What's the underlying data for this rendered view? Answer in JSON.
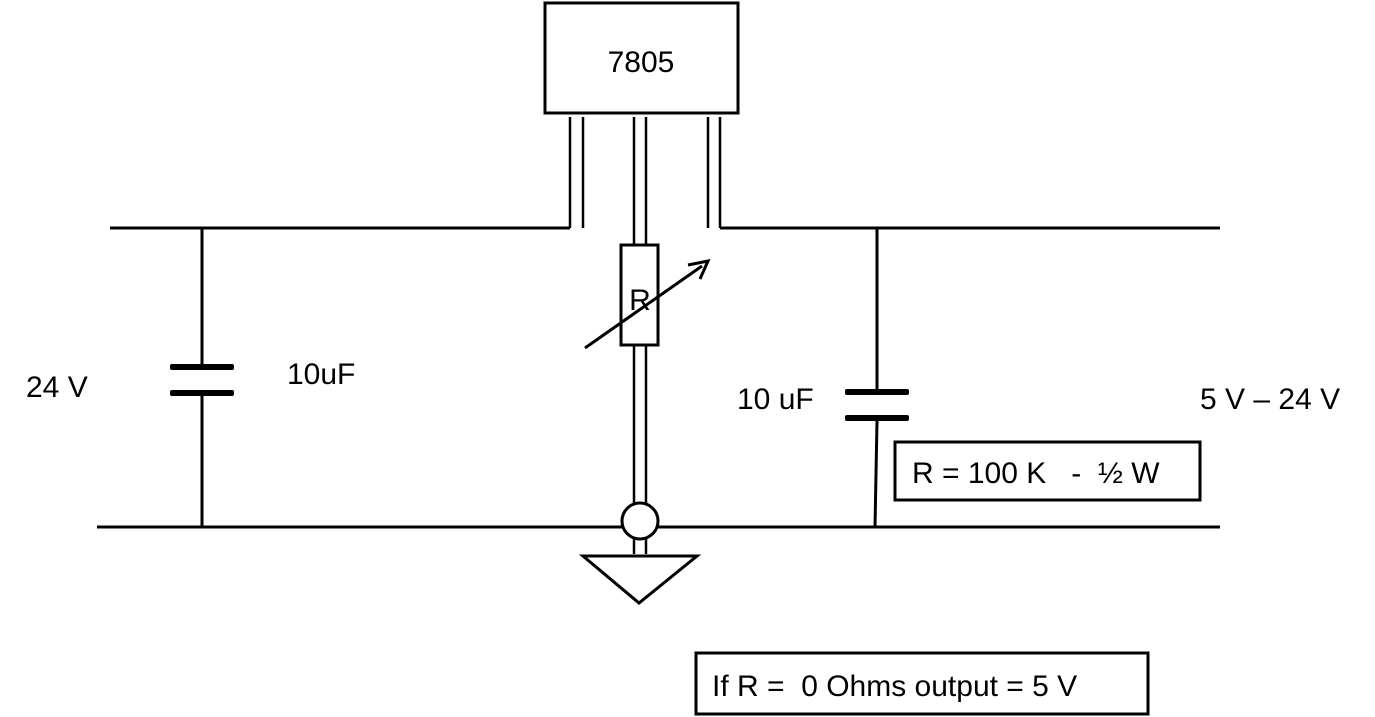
{
  "regulator": {
    "label": "7805"
  },
  "input": {
    "voltage_label": "24 V",
    "capacitor_label": "10uF"
  },
  "output": {
    "voltage_label": "5 V – 24 V",
    "capacitor_label": "10 uF"
  },
  "resistor": {
    "label": "R"
  },
  "notes": {
    "resistor_spec": "R = 100 K   -  ½ W",
    "zero_ohm_note": "If R =  0 Ohms output = 5 V"
  }
}
